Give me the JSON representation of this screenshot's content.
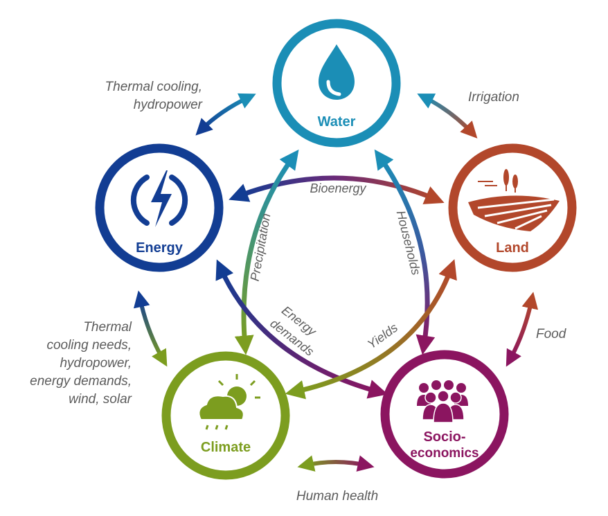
{
  "nodes": {
    "water": {
      "label": "Water",
      "color": "#1b8eb6"
    },
    "energy": {
      "label": "Energy",
      "color": "#123d93"
    },
    "land": {
      "label": "Land",
      "color": "#b2472b"
    },
    "climate": {
      "label": "Climate",
      "color": "#7c9d1f"
    },
    "socio": {
      "label_line1": "Socio-",
      "label_line2": "economics",
      "color": "#8b1560"
    }
  },
  "outer_flows": {
    "water_energy": [
      "Thermal cooling,",
      "hydropower"
    ],
    "water_land": [
      "Irrigation"
    ],
    "land_socio": [
      "Food"
    ],
    "climate_socio": [
      "Human health"
    ],
    "energy_climate": [
      "Thermal",
      "cooling needs,",
      "hydropower,",
      "energy demands,",
      "wind, solar"
    ]
  },
  "inner_flows": {
    "bioenergy": "Bioenergy",
    "households": "Households",
    "precipitation": "Precipitation",
    "energy_demands_line1": "Energy",
    "energy_demands_line2": "demands",
    "yields": "Yields"
  }
}
